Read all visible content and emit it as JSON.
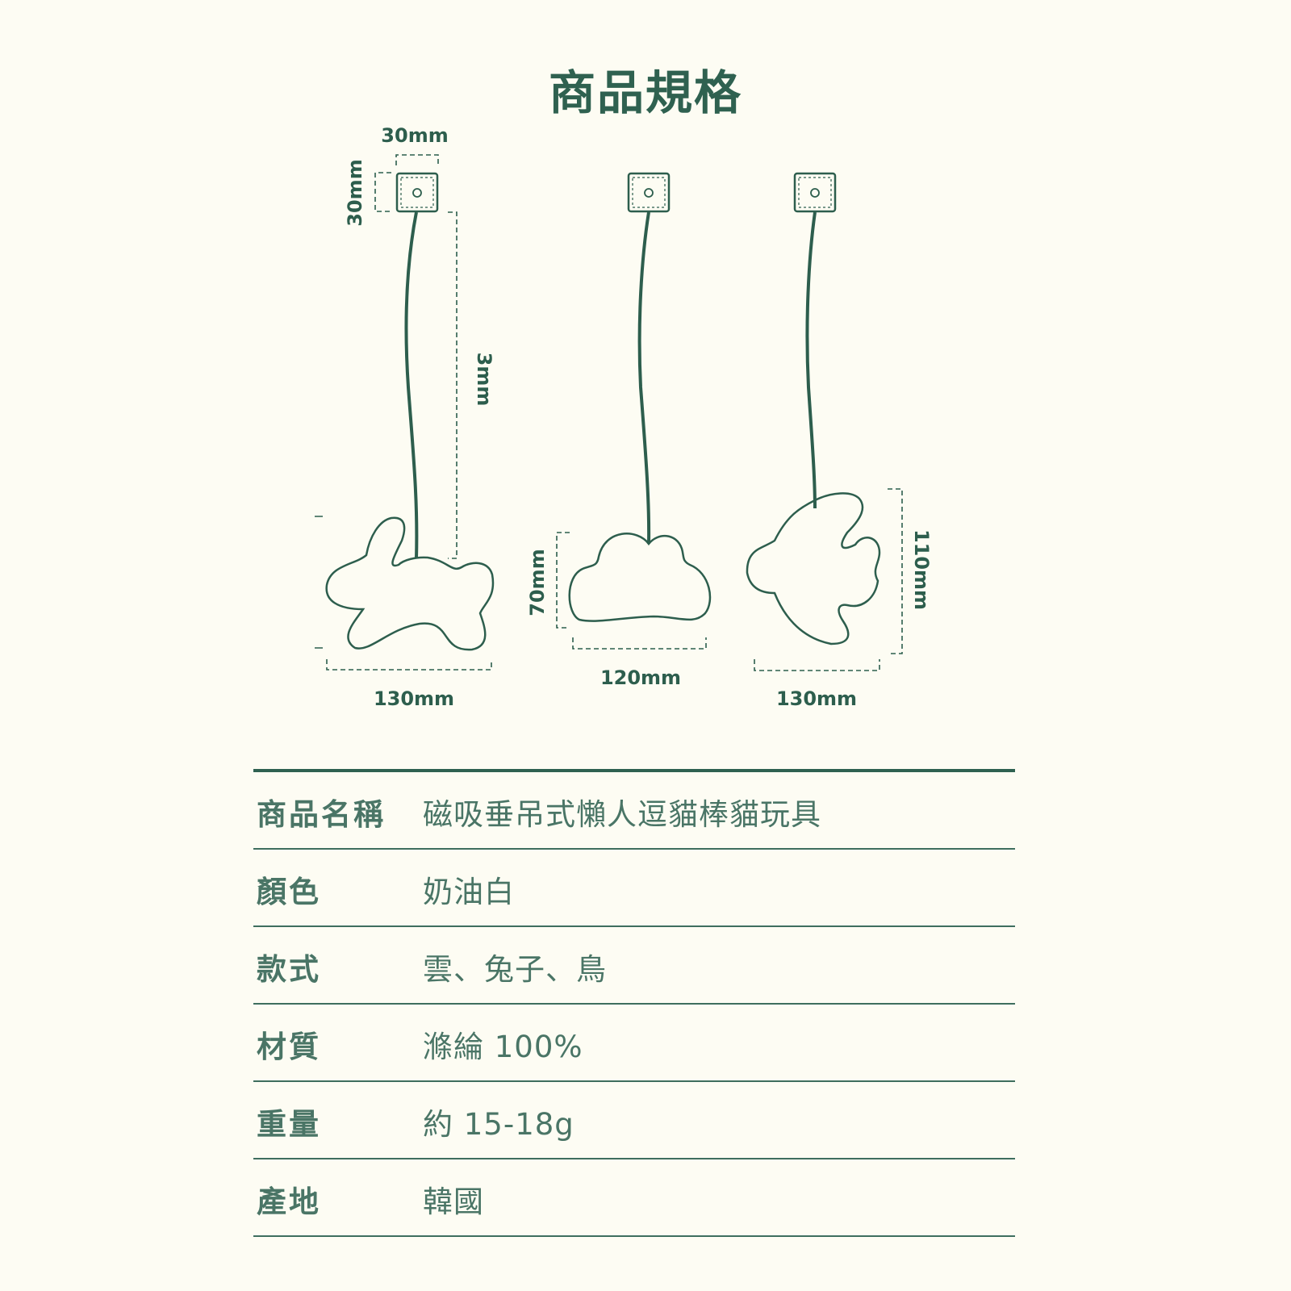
{
  "title": "商品規格",
  "dimensions": {
    "mount_width": "30mm",
    "mount_height": "30mm",
    "string_length": "3mm",
    "rabbit_width": "130mm",
    "cloud_height": "70mm",
    "cloud_width": "120mm",
    "bird_height": "110mm",
    "bird_width": "130mm"
  },
  "specs": [
    {
      "label": "商品名稱",
      "value": "磁吸垂吊式懶人逗貓棒貓玩具"
    },
    {
      "label": "顏色",
      "value": "奶油白"
    },
    {
      "label": "款式",
      "value": "雲、兔子、鳥"
    },
    {
      "label": "材質",
      "value": "滌綸 100%"
    },
    {
      "label": "重量",
      "value": "約 15-18g"
    },
    {
      "label": "產地",
      "value": "韓國"
    }
  ],
  "colors": {
    "accent": "#2f6150",
    "background": "#fdfcf3"
  }
}
